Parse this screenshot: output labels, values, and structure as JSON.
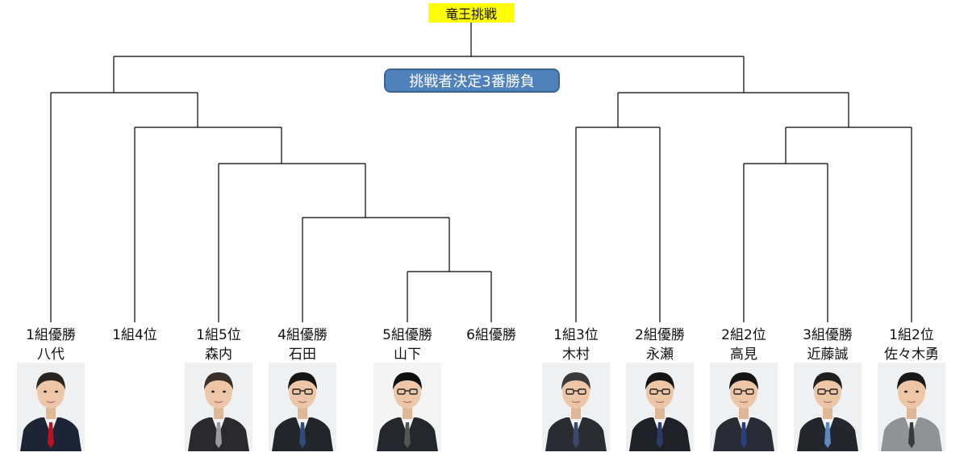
{
  "title": "竜王挑戦",
  "decider": "挑戦者決定3番勝負",
  "entrants": [
    {
      "rank": "1組優勝",
      "name": "八代",
      "photo": true
    },
    {
      "rank": "1組4位",
      "name": "",
      "photo": false
    },
    {
      "rank": "1組5位",
      "name": "森内",
      "photo": true
    },
    {
      "rank": "4組優勝",
      "name": "石田",
      "photo": true
    },
    {
      "rank": "5組優勝",
      "name": "山下",
      "photo": true
    },
    {
      "rank": "6組優勝",
      "name": "",
      "photo": false
    },
    {
      "rank": "1組3位",
      "name": "木村",
      "photo": true
    },
    {
      "rank": "2組優勝",
      "name": "永瀬",
      "photo": true
    },
    {
      "rank": "2組2位",
      "name": "高見",
      "photo": true
    },
    {
      "rank": "3組優勝",
      "name": "近藤誠",
      "photo": true
    },
    {
      "rank": "1組2位",
      "name": "佐々木勇",
      "photo": true
    }
  ],
  "colors": {
    "title_bg": "#ffff00",
    "decider_bg": "#4f81bd",
    "line": "#000000"
  }
}
